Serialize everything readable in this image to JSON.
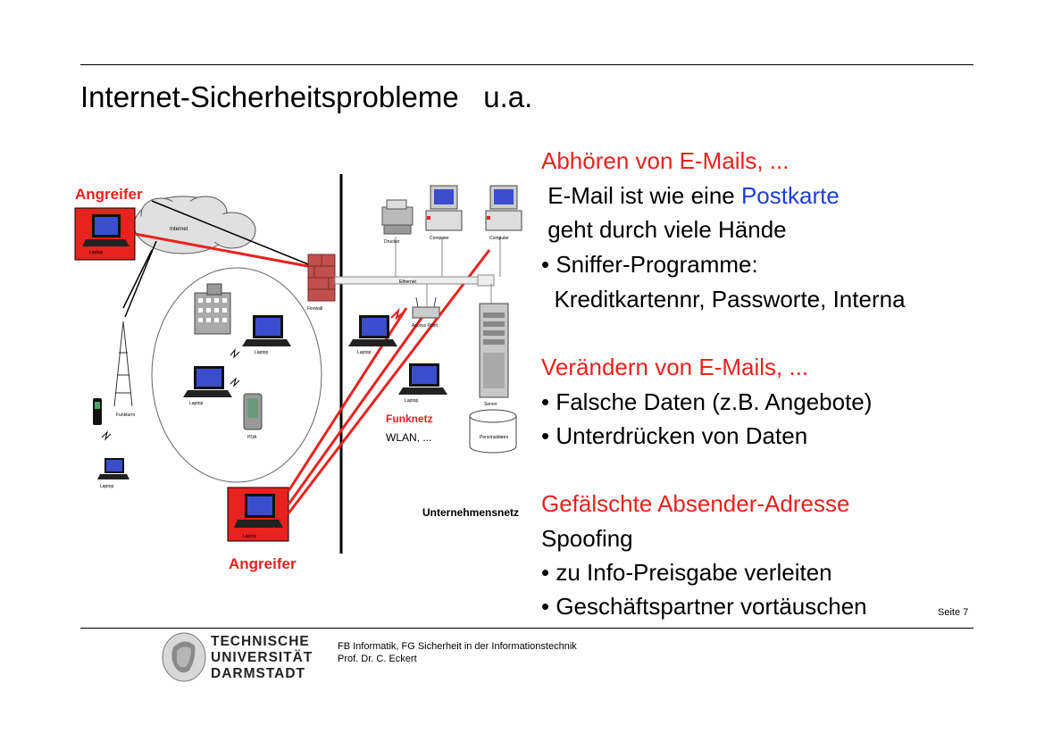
{
  "title": "Internet-Sicherheitsprobleme   u.a.",
  "text_blocks": {
    "l1": "Abhören von E-Mails, ...",
    "l2a": " E-Mail ist wie eine ",
    "l2b": "Postkarte",
    "l3": " geht durch viele Hände",
    "l4": "• Sniffer-Programme:",
    "l5": "  Kreditkartennr, Passworte, Interna",
    "l6": "Verändern von E-Mails, ...",
    "l7": "• Falsche Daten (z.B. Angebote)",
    "l8": "• Unterdrücken von Daten",
    "l9": "Gefälschte Absender-Adresse",
    "l10": "Spoofing",
    "l11": "• zu Info-Preisgabe verleiten",
    "l12": "• Geschäftspartner vortäuschen"
  },
  "diagram": {
    "attacker_top": "Angreifer",
    "attacker_bottom": "Angreifer",
    "internet": "Internet",
    "firewall": "Firewall",
    "ethernet": "Ethernet",
    "drucker": "Drucker",
    "computer1": "Computer",
    "computer2": "Computer",
    "access_point": "Access Point",
    "server": "Server",
    "personaldaten": "Personaldaten",
    "laptop": "Laptop",
    "pda": "PDA",
    "funkturm": "Funkturm",
    "funknetz": "Funknetz",
    "wlan": "WLAN, ...",
    "unternehmensnetz": "Unternehmensnetz"
  },
  "footer": {
    "line1": "FB Informatik, FG Sicherheit in der Informationstechnik",
    "line2": "Prof. Dr. C. Eckert",
    "page": "Seite 7",
    "logo_line1": "TECHNISCHE",
    "logo_line2": "UNIVERSITÄT",
    "logo_line3": "DARMSTADT"
  },
  "colors": {
    "accent_red": "#e8221f",
    "blue": "#1f3fd6",
    "attacker_box": "#e8221f"
  }
}
